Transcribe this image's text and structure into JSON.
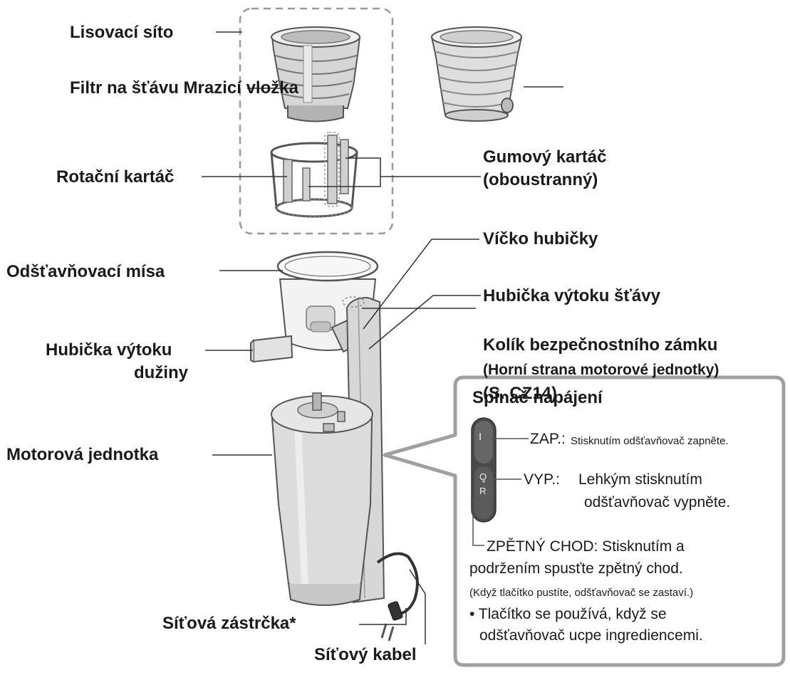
{
  "labels": {
    "lisovaci_sito": "Lisovací síto",
    "filtr": "Filtr na šťávu Mrazicí vložka",
    "rotacni_kartac": "Rotační kartáč",
    "gumovy_kartac_1": "Gumový kartáč",
    "gumovy_kartac_2": "(oboustranný)",
    "vicko_hubicky": "Víčko hubičky",
    "odstavnovaci_misa": "Odšťavňovací mísa",
    "hubicka_stavy": "Hubička výtoku šťávy",
    "hubicka_duziny_1": "Hubička výtoku",
    "hubicka_duziny_2": "dužiny",
    "kolik_1": "Kolík bezpečnostního zámku",
    "kolik_2": "(Horní strana motorové jednotky)",
    "kolik_3": "(S. CZ14)",
    "motorova_jednotka": "Motorová jednotka",
    "sitova_zastrcka": "Síťová zástrčka*",
    "sitovy_kabel": "Síťový kabel"
  },
  "switch_panel": {
    "title": "Spínač napájení",
    "button_on_glyph": "I",
    "button_off_glyph": "O",
    "button_rev_glyph": "R",
    "zap_label": "ZAP.:",
    "zap_desc": "Stisknutím odšťavňovač zapněte.",
    "vyp_label": "VYP.:",
    "vyp_desc_1": "Lehkým stisknutím",
    "vyp_desc_2": "odšťavňovač vypněte.",
    "zpet_1": "ZPĚTNÝ CHOD: Stisknutím a",
    "zpet_2": "podržením spusťte zpětný chod.",
    "zpet_3": "(Když tlačítko pustíte, odšťavňovač se zastaví.)",
    "note_1": "• Tlačítko se používá, když se",
    "note_2": "odšťavňovač ucpe ingrediencemi."
  },
  "colors": {
    "line": "#444444",
    "part_light": "#e9e9e9",
    "part_mid": "#c9c9c9",
    "part_dark": "#8a8a8a",
    "bowl": "#f1f1f1",
    "panel_border": "#9d9d9d",
    "button": "#555555"
  }
}
